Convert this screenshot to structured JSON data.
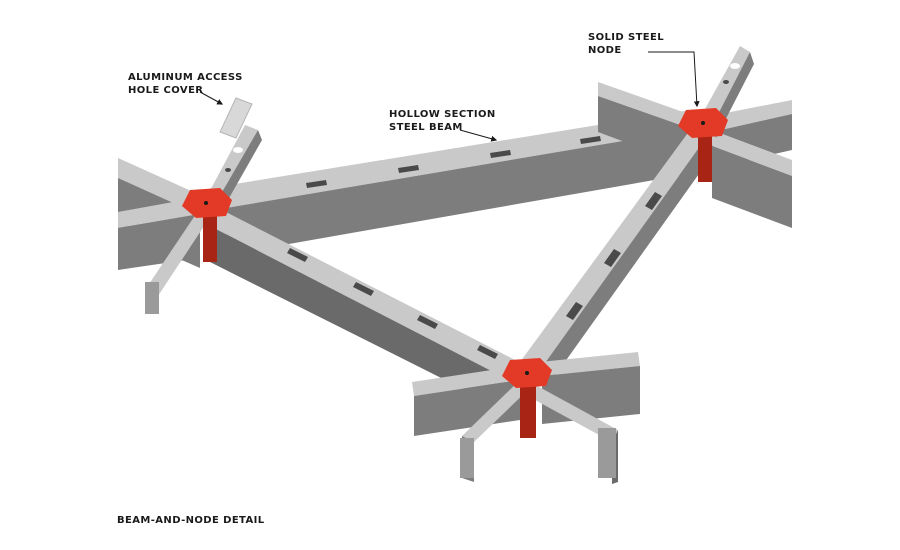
{
  "labels": {
    "access_cover": [
      "ALUMINUM ACCESS",
      "HOLE COVER"
    ],
    "beam": [
      "HOLLOW SECTION",
      "STEEL BEAM"
    ],
    "node": [
      "SOLID STEEL",
      "NODE"
    ]
  },
  "caption": "BEAM-AND-NODE DETAIL",
  "colors": {
    "beam_top": "#c9c9c9",
    "beam_side": "#7d7d7d",
    "beam_side_dark": "#6a6a6a",
    "slot": "#4a4a4a",
    "node": "#e23a26",
    "node_shadow": "#a82414",
    "cover": "#d8d8d8",
    "text": "#1a1a1a"
  }
}
